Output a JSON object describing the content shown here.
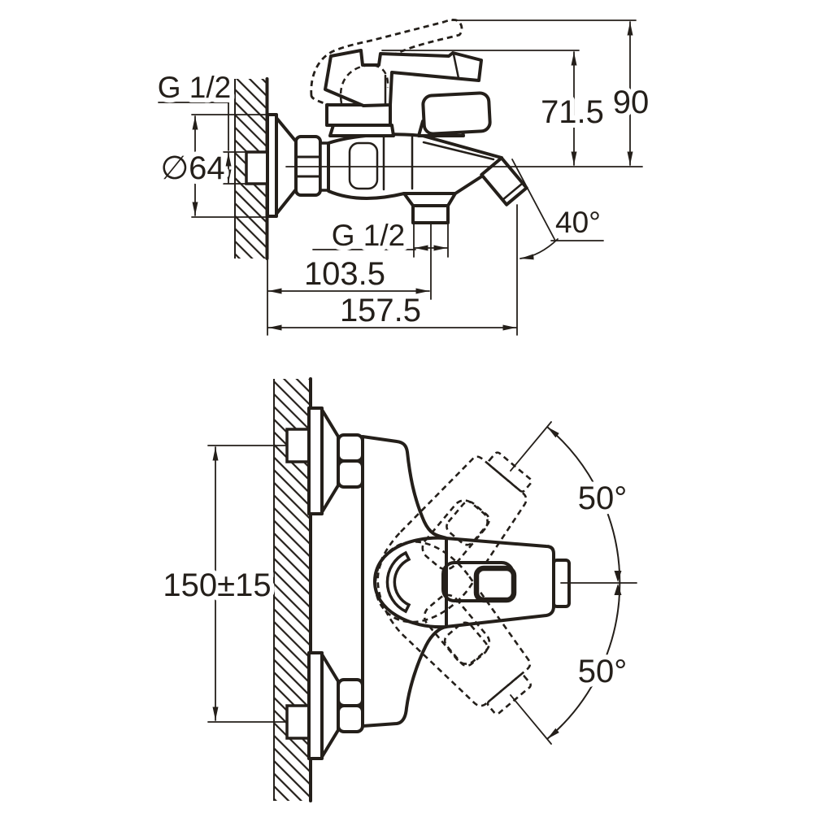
{
  "drawing": {
    "type": "technical-dimension-drawing",
    "subject": "wall-mounted bath mixer faucet, side and front installation views",
    "colors": {
      "line": "#241f1a",
      "background": "#ffffff"
    }
  },
  "views": {
    "side": {
      "name": "side-view",
      "labels": {
        "wall_thread": "G 1/2",
        "flange_diameter": "∅64",
        "handle_height": "71.5",
        "total_height": "90",
        "spout_angle": "40°",
        "outlet_thread": "G 1/2",
        "depth_to_outlet": "103.5",
        "total_depth": "157.5"
      }
    },
    "front": {
      "name": "front-view",
      "labels": {
        "connection_spacing": "150±15",
        "handle_swing_up": "50°",
        "handle_swing_down": "50°"
      }
    }
  }
}
